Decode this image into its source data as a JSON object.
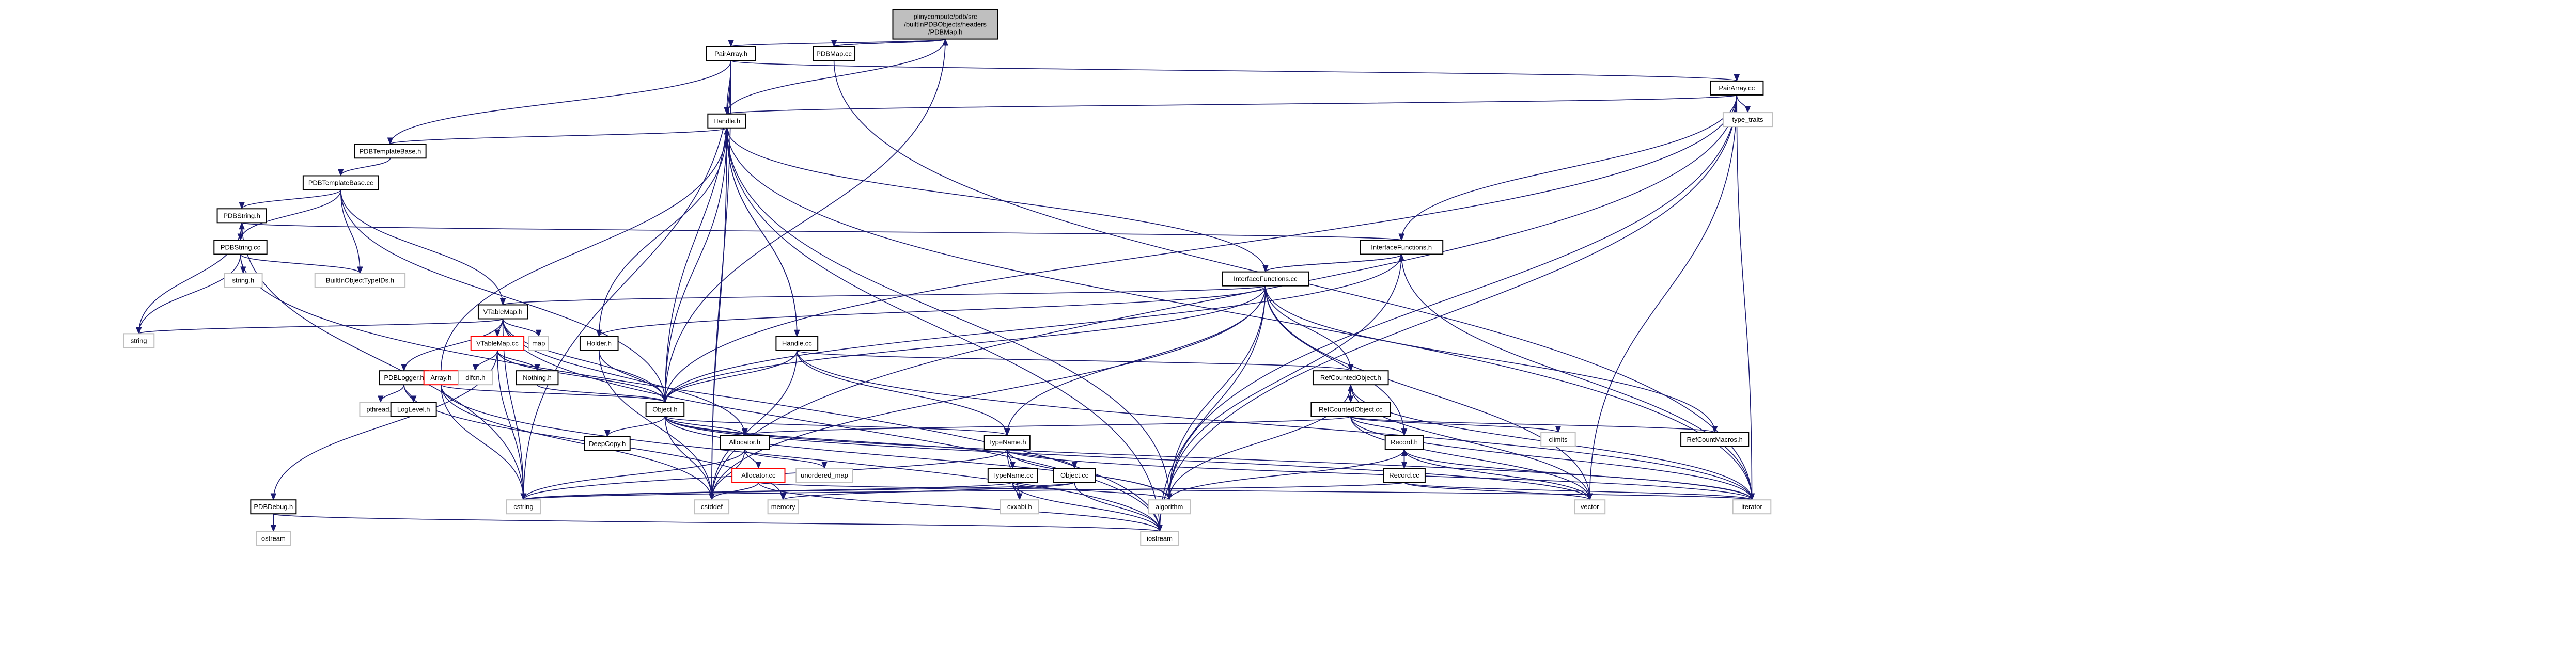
{
  "title": "Include dependency graph for plinycompute/pdb/src/builtInPDBObjects/headers/PDBMap.h",
  "colors": {
    "edge": "#191970",
    "root_fill": "#bfbfbf",
    "node_border": "#000000",
    "external_border": "#bfbfbf",
    "missing_border": "#ff0000",
    "background": "#ffffff"
  },
  "nodes": [
    {
      "id": "root",
      "label": [
        "plinycompute/pdb/src",
        "/builtInPDBObjects/headers",
        "/PDBMap.h"
      ],
      "kind": "root"
    },
    {
      "id": "PairArray_h",
      "label": [
        "PairArray.h"
      ],
      "kind": "file"
    },
    {
      "id": "PDBMap_cc",
      "label": [
        "PDBMap.cc"
      ],
      "kind": "file"
    },
    {
      "id": "PairArray_cc",
      "label": [
        "PairArray.cc"
      ],
      "kind": "file"
    },
    {
      "id": "type_traits",
      "label": [
        "type_traits"
      ],
      "kind": "external"
    },
    {
      "id": "Handle_h",
      "label": [
        "Handle.h"
      ],
      "kind": "file"
    },
    {
      "id": "PDBTemplateBase_h",
      "label": [
        "PDBTemplateBase.h"
      ],
      "kind": "file"
    },
    {
      "id": "PDBTemplateBase_cc",
      "label": [
        "PDBTemplateBase.cc"
      ],
      "kind": "file"
    },
    {
      "id": "PDBString_h",
      "label": [
        "PDBString.h"
      ],
      "kind": "file"
    },
    {
      "id": "PDBString_cc",
      "label": [
        "PDBString.cc"
      ],
      "kind": "file"
    },
    {
      "id": "string_h",
      "label": [
        "string.h"
      ],
      "kind": "external"
    },
    {
      "id": "BuiltInObjectTypeIDs_h",
      "label": [
        "BuiltInObjectTypeIDs.h"
      ],
      "kind": "external"
    },
    {
      "id": "string",
      "label": [
        "string"
      ],
      "kind": "external"
    },
    {
      "id": "InterfaceFunctions_h",
      "label": [
        "InterfaceFunctions.h"
      ],
      "kind": "file"
    },
    {
      "id": "InterfaceFunctions_cc",
      "label": [
        "InterfaceFunctions.cc"
      ],
      "kind": "file"
    },
    {
      "id": "VTableMap_h",
      "label": [
        "VTableMap.h"
      ],
      "kind": "file"
    },
    {
      "id": "VTableMap_cc",
      "label": [
        "VTableMap.cc"
      ],
      "kind": "missing"
    },
    {
      "id": "map",
      "label": [
        "map"
      ],
      "kind": "external"
    },
    {
      "id": "Holder_h",
      "label": [
        "Holder.h"
      ],
      "kind": "file"
    },
    {
      "id": "Handle_cc",
      "label": [
        "Handle.cc"
      ],
      "kind": "file"
    },
    {
      "id": "PDBLogger_h",
      "label": [
        "PDBLogger.h"
      ],
      "kind": "file"
    },
    {
      "id": "Array_h",
      "label": [
        "Array.h"
      ],
      "kind": "missing"
    },
    {
      "id": "dlfcn_h",
      "label": [
        "dlfcn.h"
      ],
      "kind": "external"
    },
    {
      "id": "Nothing_h",
      "label": [
        "Nothing.h"
      ],
      "kind": "file"
    },
    {
      "id": "pthread_h",
      "label": [
        "pthread.h"
      ],
      "kind": "external"
    },
    {
      "id": "LogLevel_h",
      "label": [
        "LogLevel.h"
      ],
      "kind": "file"
    },
    {
      "id": "Object_h",
      "label": [
        "Object.h"
      ],
      "kind": "file"
    },
    {
      "id": "DeepCopy_h",
      "label": [
        "DeepCopy.h"
      ],
      "kind": "file"
    },
    {
      "id": "RefCountedObject_h",
      "label": [
        "RefCountedObject.h"
      ],
      "kind": "file"
    },
    {
      "id": "RefCountedObject_cc",
      "label": [
        "RefCountedObject.cc"
      ],
      "kind": "file"
    },
    {
      "id": "climits",
      "label": [
        "climits"
      ],
      "kind": "external"
    },
    {
      "id": "RefCountMacros_h",
      "label": [
        "RefCountMacros.h"
      ],
      "kind": "file"
    },
    {
      "id": "Allocator_h",
      "label": [
        "Allocator.h"
      ],
      "kind": "file"
    },
    {
      "id": "TypeName_h",
      "label": [
        "TypeName.h"
      ],
      "kind": "file"
    },
    {
      "id": "Record_h",
      "label": [
        "Record.h"
      ],
      "kind": "file"
    },
    {
      "id": "Allocator_cc",
      "label": [
        "Allocator.cc"
      ],
      "kind": "missing"
    },
    {
      "id": "unordered_map",
      "label": [
        "unordered_map"
      ],
      "kind": "external"
    },
    {
      "id": "TypeName_cc",
      "label": [
        "TypeName.cc"
      ],
      "kind": "file"
    },
    {
      "id": "Object_cc",
      "label": [
        "Object.cc"
      ],
      "kind": "file"
    },
    {
      "id": "Record_cc",
      "label": [
        "Record.cc"
      ],
      "kind": "file"
    },
    {
      "id": "PDBDebug_h",
      "label": [
        "PDBDebug.h"
      ],
      "kind": "file"
    },
    {
      "id": "cstring",
      "label": [
        "cstring"
      ],
      "kind": "external"
    },
    {
      "id": "cstddef",
      "label": [
        "cstddef"
      ],
      "kind": "external"
    },
    {
      "id": "memory",
      "label": [
        "memory"
      ],
      "kind": "external"
    },
    {
      "id": "cxxabi_h",
      "label": [
        "cxxabi.h"
      ],
      "kind": "external"
    },
    {
      "id": "algorithm",
      "label": [
        "algorithm"
      ],
      "kind": "external"
    },
    {
      "id": "vector",
      "label": [
        "vector"
      ],
      "kind": "external"
    },
    {
      "id": "iterator",
      "label": [
        "iterator"
      ],
      "kind": "external"
    },
    {
      "id": "ostream",
      "label": [
        "ostream"
      ],
      "kind": "external"
    },
    {
      "id": "iostream",
      "label": [
        "iostream"
      ],
      "kind": "external"
    }
  ],
  "edges": [
    [
      "root",
      "PairArray_h"
    ],
    [
      "root",
      "PDBMap_cc"
    ],
    [
      "root",
      "Handle_h"
    ],
    [
      "root",
      "Object_h"
    ],
    [
      "PDBMap_cc",
      "root"
    ],
    [
      "PDBMap_cc",
      "iterator"
    ],
    [
      "PairArray_h",
      "PairArray_cc"
    ],
    [
      "PairArray_h",
      "Handle_h"
    ],
    [
      "PairArray_h",
      "PDBTemplateBase_h"
    ],
    [
      "PairArray_h",
      "Object_h"
    ],
    [
      "PairArray_h",
      "cstring"
    ],
    [
      "PairArray_h",
      "cstddef"
    ],
    [
      "PairArray_cc",
      "type_traits"
    ],
    [
      "PairArray_cc",
      "Handle_h"
    ],
    [
      "PairArray_cc",
      "InterfaceFunctions_h"
    ],
    [
      "PairArray_cc",
      "Object_h"
    ],
    [
      "PairArray_cc",
      "vector"
    ],
    [
      "PairArray_cc",
      "iterator"
    ],
    [
      "PairArray_cc",
      "iostream"
    ],
    [
      "PairArray_cc",
      "algorithm"
    ],
    [
      "PairArray_cc",
      "cstddef"
    ],
    [
      "Handle_h",
      "PDBTemplateBase_h"
    ],
    [
      "Handle_h",
      "Object_h"
    ],
    [
      "Handle_h",
      "Handle_cc"
    ],
    [
      "Handle_h",
      "cstddef"
    ],
    [
      "Handle_h",
      "iostream"
    ],
    [
      "Handle_h",
      "algorithm"
    ],
    [
      "Handle_h",
      "iterator"
    ],
    [
      "PDBTemplateBase_h",
      "PDBTemplateBase_cc"
    ],
    [
      "PDBTemplateBase_cc",
      "PDBString_h"
    ],
    [
      "PDBTemplateBase_cc",
      "PDBString_cc"
    ],
    [
      "PDBTemplateBase_cc",
      "BuiltInObjectTypeIDs_h"
    ],
    [
      "PDBTemplateBase_cc",
      "VTableMap_h"
    ],
    [
      "PDBTemplateBase_cc",
      "Object_h"
    ],
    [
      "PDBString_h",
      "PDBString_cc"
    ],
    [
      "PDBString_h",
      "string"
    ],
    [
      "PDBString_h",
      "InterfaceFunctions_h"
    ],
    [
      "PDBString_h",
      "cstring"
    ],
    [
      "PDBString_cc",
      "PDBString_h"
    ],
    [
      "PDBString_cc",
      "string_h"
    ],
    [
      "PDBString_cc",
      "BuiltInObjectTypeIDs_h"
    ],
    [
      "PDBString_cc",
      "string"
    ],
    [
      "PDBString_cc",
      "iostream"
    ],
    [
      "InterfaceFunctions_h",
      "InterfaceFunctions_cc"
    ],
    [
      "InterfaceFunctions_h",
      "Object_h"
    ],
    [
      "InterfaceFunctions_h",
      "algorithm"
    ],
    [
      "InterfaceFunctions_h",
      "iterator"
    ],
    [
      "InterfaceFunctions_cc",
      "InterfaceFunctions_h"
    ],
    [
      "InterfaceFunctions_cc",
      "VTableMap_h"
    ],
    [
      "InterfaceFunctions_cc",
      "Holder_h"
    ],
    [
      "InterfaceFunctions_cc",
      "Handle_h"
    ],
    [
      "InterfaceFunctions_cc",
      "RefCountedObject_h"
    ],
    [
      "InterfaceFunctions_cc",
      "RefCountMacros_h"
    ],
    [
      "InterfaceFunctions_cc",
      "TypeName_h"
    ],
    [
      "InterfaceFunctions_cc",
      "Record_h"
    ],
    [
      "InterfaceFunctions_cc",
      "Object_h"
    ],
    [
      "InterfaceFunctions_cc",
      "algorithm"
    ],
    [
      "InterfaceFunctions_cc",
      "vector"
    ],
    [
      "InterfaceFunctions_cc",
      "iostream"
    ],
    [
      "InterfaceFunctions_cc",
      "cstddef"
    ],
    [
      "VTableMap_h",
      "VTableMap_cc"
    ],
    [
      "VTableMap_h",
      "map"
    ],
    [
      "VTableMap_h",
      "string"
    ],
    [
      "VTableMap_h",
      "PDBLogger_h"
    ],
    [
      "VTableMap_h",
      "Object_h"
    ],
    [
      "VTableMap_h",
      "Allocator_h"
    ],
    [
      "VTableMap_h",
      "cstring"
    ],
    [
      "VTableMap_h",
      "iostream"
    ],
    [
      "VTableMap_cc",
      "dlfcn_h"
    ],
    [
      "VTableMap_cc",
      "Nothing_h"
    ],
    [
      "VTableMap_cc",
      "PDBDebug_h"
    ],
    [
      "VTableMap_cc",
      "Object_h"
    ],
    [
      "VTableMap_cc",
      "cstring"
    ],
    [
      "Holder_h",
      "Handle_h"
    ],
    [
      "Holder_h",
      "Object_h"
    ],
    [
      "Holder_h",
      "cstddef"
    ],
    [
      "Handle_cc",
      "Handle_h"
    ],
    [
      "Handle_cc",
      "TypeName_h"
    ],
    [
      "Handle_cc",
      "Object_h"
    ],
    [
      "Handle_cc",
      "RefCountedObject_h"
    ],
    [
      "Handle_cc",
      "cstddef"
    ],
    [
      "Handle_cc",
      "iterator"
    ],
    [
      "PDBLogger_h",
      "pthread_h"
    ],
    [
      "PDBLogger_h",
      "LogLevel_h"
    ],
    [
      "PDBLogger_h",
      "memory"
    ],
    [
      "Array_h",
      "Object_h"
    ],
    [
      "Array_h",
      "Handle_h"
    ],
    [
      "Array_h",
      "cstring"
    ],
    [
      "Array_h",
      "cstddef"
    ],
    [
      "Array_h",
      "iostream"
    ],
    [
      "Nothing_h",
      "Object_h"
    ],
    [
      "Object_h",
      "DeepCopy_h"
    ],
    [
      "Object_h",
      "Allocator_h"
    ],
    [
      "Object_h",
      "TypeName_h"
    ],
    [
      "Object_h",
      "Object_cc"
    ],
    [
      "Object_h",
      "cstddef"
    ],
    [
      "Object_h",
      "algorithm"
    ],
    [
      "Object_h",
      "iterator"
    ],
    [
      "Object_h",
      "vector"
    ],
    [
      "RefCountedObject_h",
      "RefCountedObject_cc"
    ],
    [
      "RefCountedObject_h",
      "algorithm"
    ],
    [
      "RefCountedObject_h",
      "vector"
    ],
    [
      "RefCountedObject_h",
      "iterator"
    ],
    [
      "RefCountedObject_cc",
      "RefCountedObject_h"
    ],
    [
      "RefCountedObject_cc",
      "climits"
    ],
    [
      "RefCountedObject_cc",
      "RefCountMacros_h"
    ],
    [
      "RefCountedObject_cc",
      "Allocator_h"
    ],
    [
      "RefCountedObject_cc",
      "Record_h"
    ],
    [
      "RefCountedObject_cc",
      "vector"
    ],
    [
      "RefCountedObject_cc",
      "iterator"
    ],
    [
      "Allocator_h",
      "Allocator_cc"
    ],
    [
      "Allocator_h",
      "unordered_map"
    ],
    [
      "Allocator_h",
      "cstddef"
    ],
    [
      "Allocator_h",
      "cstring"
    ],
    [
      "Allocator_cc",
      "cstddef"
    ],
    [
      "Allocator_cc",
      "iostream"
    ],
    [
      "Allocator_cc",
      "iterator"
    ],
    [
      "TypeName_h",
      "TypeName_cc"
    ],
    [
      "TypeName_h",
      "cxxabi_h"
    ],
    [
      "TypeName_h",
      "cstring"
    ],
    [
      "TypeName_h",
      "algorithm"
    ],
    [
      "TypeName_h",
      "iterator"
    ],
    [
      "TypeName_cc",
      "cxxabi_h"
    ],
    [
      "TypeName_cc",
      "cstring"
    ],
    [
      "TypeName_cc",
      "iostream"
    ],
    [
      "TypeName_cc",
      "algorithm"
    ],
    [
      "Object_cc",
      "cstring"
    ],
    [
      "Object_cc",
      "memory"
    ],
    [
      "Object_cc",
      "iostream"
    ],
    [
      "Record_h",
      "Record_cc"
    ],
    [
      "Record_h",
      "vector"
    ],
    [
      "Record_h",
      "iterator"
    ],
    [
      "Record_h",
      "algorithm"
    ],
    [
      "Record_cc",
      "Record_h"
    ],
    [
      "Record_cc",
      "cstring"
    ],
    [
      "Record_cc",
      "vector"
    ],
    [
      "Record_cc",
      "iterator"
    ],
    [
      "PDBDebug_h",
      "ostream"
    ],
    [
      "PDBDebug_h",
      "iostream"
    ]
  ]
}
